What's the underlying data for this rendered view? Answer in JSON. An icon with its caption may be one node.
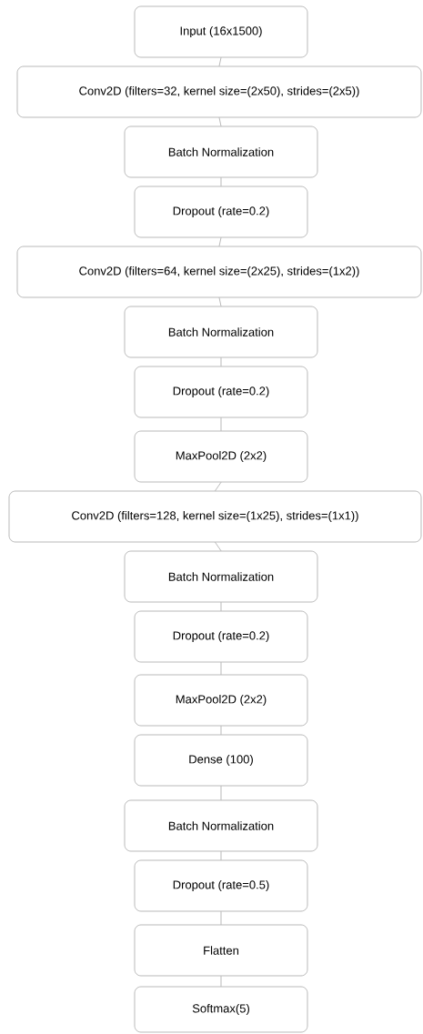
{
  "diagram": {
    "nodes": [
      {
        "text": [
          "Input (16x1500)"
        ]
      },
      {
        "text": [
          "Conv2D (filters=32, kernel size=(2x50), strides=(2x5))"
        ]
      },
      {
        "text": [
          "Batch Normalization"
        ]
      },
      {
        "text": [
          "Dropout (rate=0.2)"
        ]
      },
      {
        "text": [
          "Conv2D (filters=64, kernel size=(2x25), strides=(1x2))"
        ]
      },
      {
        "text": [
          "Batch Normalization"
        ]
      },
      {
        "text": [
          "Dropout (rate=0.2)"
        ]
      },
      {
        "text": [
          "MaxPool2D (2x2)"
        ]
      },
      {
        "text": [
          "Conv2D (filters=128, kernel size=(1x25), strides=(1x1))"
        ]
      },
      {
        "text": [
          "Batch Normalization"
        ]
      },
      {
        "text": [
          "Dropout (rate=0.2)"
        ]
      },
      {
        "text": [
          "MaxPool2D (2x2)"
        ]
      },
      {
        "text": [
          "Dense (100)"
        ]
      },
      {
        "text": [
          "Batch Normalization"
        ]
      },
      {
        "text": [
          "Dropout (rate=0.5)"
        ]
      },
      {
        "text": [
          "Flatten"
        ]
      },
      {
        "text": [
          "Softmax(5)"
        ]
      }
    ],
    "edges": [
      {
        "from": 0,
        "to": 1,
        "arrow": "none"
      },
      {
        "from": 1,
        "to": 2,
        "arrow": "none"
      },
      {
        "from": 2,
        "to": 3,
        "arrow": "none"
      },
      {
        "from": 3,
        "to": 4,
        "arrow": "none"
      },
      {
        "from": 4,
        "to": 5,
        "arrow": "none"
      },
      {
        "from": 5,
        "to": 6,
        "arrow": "none"
      },
      {
        "from": 6,
        "to": 7,
        "arrow": "none"
      },
      {
        "from": 7,
        "to": 8,
        "arrow": "none"
      },
      {
        "from": 8,
        "to": 9,
        "arrow": "none"
      },
      {
        "from": 9,
        "to": 10,
        "arrow": "none"
      },
      {
        "from": 10,
        "to": 11,
        "arrow": "none"
      },
      {
        "from": 11,
        "to": 12,
        "arrow": "none"
      },
      {
        "from": 12,
        "to": 13,
        "arrow": "none"
      },
      {
        "from": 13,
        "to": 14,
        "arrow": "none"
      },
      {
        "from": 14,
        "to": 15,
        "arrow": "none"
      },
      {
        "from": 15,
        "to": 16,
        "arrow": "none"
      }
    ]
  }
}
